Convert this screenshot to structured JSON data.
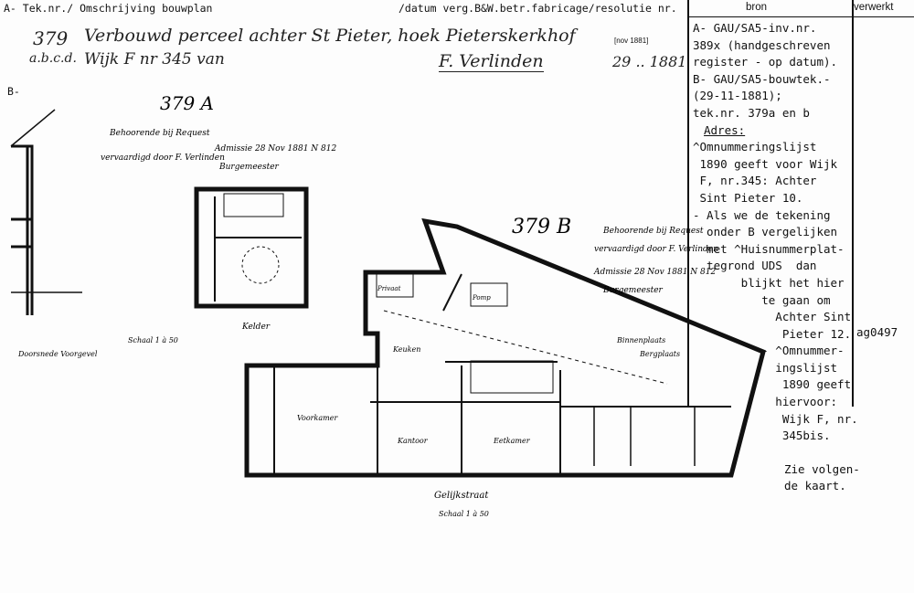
{
  "header": {
    "left": "A- Tek.nr./ Omschrijving bouwplan",
    "middle": "/datum verg.B&W.betr.fabricage/resolutie nr."
  },
  "columns": {
    "bron": "bron",
    "verwerkt": "verwerkt"
  },
  "handwritten": {
    "number": "379",
    "letters": "a.b.c.d.",
    "line1": "Verbouwd perceel achter St Pieter, hoek Pieterskerkhof",
    "line2": "Wijk F nr 345 van",
    "signature": "F. Verlinden",
    "date": "29 .. 1881",
    "stamp": "[nov 1881]"
  },
  "section_b": "B-",
  "bron_lines": [
    "A- GAU/SA5-inv.nr.",
    "389x (handgeschreven",
    "register - op datum).",
    "B- GAU/SA5-bouwtek.-",
    "(29-11-1881);",
    "tek.nr. 379a en b"
  ],
  "adres_label": "Adres:",
  "adres_lines": [
    "^Omnummeringslijst",
    " 1890 geeft voor Wijk",
    " F, nr.345: Achter",
    " Sint Pieter 10.",
    "- Als we de tekening",
    "  onder B vergelijken",
    "  met ^Huisnummerplat-",
    "  tegrond UDS  dan",
    "       blijkt het hier",
    "          te gaan om",
    "            Achter Sint",
    "             Pieter 12.",
    "          - ^Omnummer-",
    "            ingslijst",
    "             1890 geeft",
    "            hiervoor:",
    "             Wijk F, nr.",
    "             345bis."
  ],
  "verwerkt_code": "ag0497",
  "footer_lines": [
    "Zie volgen-",
    "de kaart."
  ],
  "plan": {
    "label_a": "379 A",
    "label_b": "379 B",
    "belongs": "Behoorende bij Request",
    "made_by": "vervaardigd door F. Verlinden",
    "admitted": "Admissie 28 Nov 1881 N 812",
    "mayor": "Burgemeester",
    "kelder": "Kelder",
    "doorsnede": "Doorsnede Voorgevel",
    "schaal_a": "Schaal 1 à 50",
    "street": "Gelijkstraat",
    "schaal_b": "Schaal 1 à 50",
    "rooms": [
      "Keuken",
      "Kantoor",
      "Eetkamer",
      "Voorkamer",
      "Binnenplaats",
      "Bergplaats",
      "Privaat",
      "Pomp"
    ]
  }
}
